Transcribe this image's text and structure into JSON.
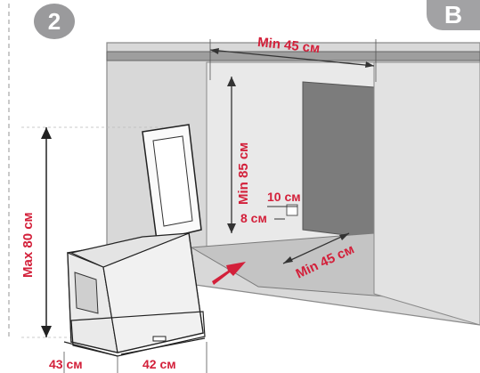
{
  "step_number": "2",
  "section_letter": "B",
  "labels": {
    "min_width_top": "Min 45 см",
    "min_height": "Min 85 см",
    "depth_opening": "10 см",
    "height_opening": "8 см",
    "min_depth": "Min 45 см",
    "max_height": "Max 80 см",
    "unit_width": "43 см",
    "unit_depth": "42 см"
  },
  "colors": {
    "label_red": "#d3203a",
    "badge_grey": "#9a9a9c",
    "cabinet_grey": "#d6d6d6",
    "recess_dark": "#7a7a7a"
  },
  "icons": {
    "arrow": "red-arrow-icon"
  }
}
